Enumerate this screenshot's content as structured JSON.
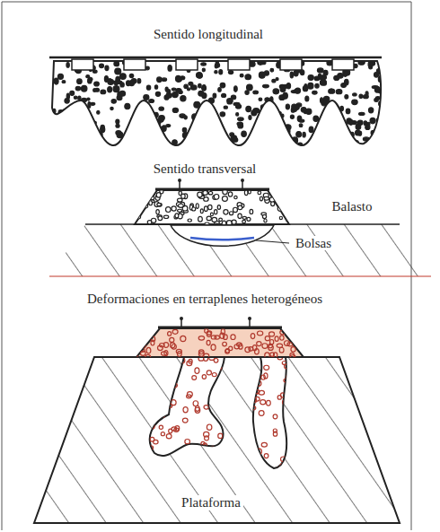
{
  "diagram": {
    "labels": [
      "Sentido longitudinal",
      "Sentido transversal",
      "Balasto",
      "Bolsas",
      "Deformaciones en terraplenes heterogéneos",
      "Plataforma"
    ]
  }
}
